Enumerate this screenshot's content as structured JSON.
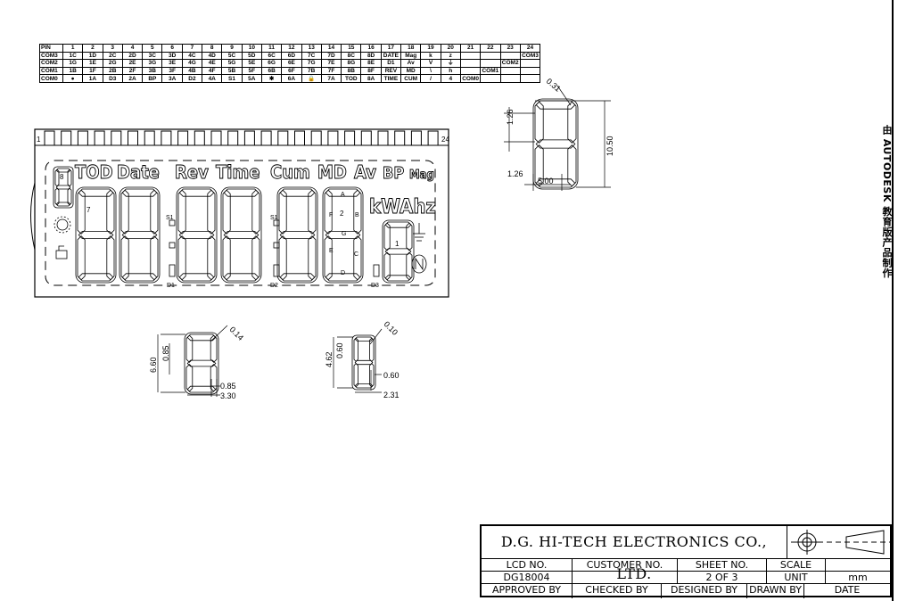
{
  "pin_table": {
    "header": [
      "PIN",
      "1",
      "2",
      "3",
      "4",
      "5",
      "6",
      "7",
      "8",
      "9",
      "10",
      "11",
      "12",
      "13",
      "14",
      "15",
      "16",
      "17",
      "18",
      "19",
      "20",
      "21",
      "22",
      "23",
      "24"
    ],
    "rows": [
      [
        "COM3",
        "1C",
        "1D",
        "2C",
        "2D",
        "3C",
        "3D",
        "4C",
        "4D",
        "5C",
        "5D",
        "6C",
        "6D",
        "7C",
        "7D",
        "8C",
        "8D",
        "DATE",
        "Mag",
        "k",
        "z",
        "",
        "",
        "",
        "COM3"
      ],
      [
        "COM2",
        "1G",
        "1E",
        "2G",
        "2E",
        "3G",
        "3E",
        "4G",
        "4E",
        "5G",
        "5E",
        "6G",
        "6E",
        "7G",
        "7E",
        "8G",
        "8E",
        "D1",
        "Av",
        "V",
        "⏚",
        "",
        "",
        "COM2",
        ""
      ],
      [
        "COM1",
        "1B",
        "1F",
        "2B",
        "2F",
        "3B",
        "3F",
        "4B",
        "4F",
        "5B",
        "5F",
        "6B",
        "6F",
        "7B",
        "7F",
        "8B",
        "8F",
        "REV",
        "MD",
        "\\",
        "h",
        "",
        "COM1",
        "",
        ""
      ],
      [
        "COM0",
        "●",
        "1A",
        "D3",
        "2A",
        "BP",
        "3A",
        "D2",
        "4A",
        "S1",
        "5A",
        "✱",
        "6A",
        "🔒",
        "7A",
        "TOD",
        "8A",
        "TIME",
        "CUM",
        "/",
        "4",
        "COM0",
        "",
        "",
        ""
      ]
    ]
  },
  "lcd": {
    "pin_first": "1",
    "pin_last": "24",
    "annunciators": {
      "tod": "TOD",
      "date": "Date",
      "rev": "Rev",
      "time": "Time",
      "cum": "Cum",
      "md": "MD",
      "av": "Av",
      "bp": "BP",
      "mag": "Mag",
      "unit": "kWAhz"
    },
    "digit_labels": {
      "d8": "8",
      "d7": "7",
      "d2": "2",
      "d1": "1"
    },
    "segment_labels": {
      "a": "A",
      "b": "B",
      "c": "C",
      "d": "D",
      "e": "E",
      "f": "F",
      "g": "G"
    },
    "separators": {
      "s1_left": "S1",
      "s1_right": "S1",
      "d1": "D1",
      "d2": "D2",
      "d3": "D3"
    },
    "icons": [
      "sun-gear-icon",
      "lock-icon",
      "earth-icon",
      "neutral-icon"
    ]
  },
  "dimensions": {
    "large": {
      "corner": "0.31",
      "seg_height": "1.26",
      "height": "10.50",
      "seg_width": "1.26",
      "width": "5.00"
    },
    "medium": {
      "height": "6.60",
      "seg": "0.85",
      "corner": "0.14",
      "seg_w": "0.85",
      "width": "3.30"
    },
    "small": {
      "height": "4.62",
      "seg": "0.60",
      "corner": "0.10",
      "seg_w": "0.60",
      "width": "2.31"
    }
  },
  "title_block": {
    "company": "D.G. HI-TECH ELECTRONICS CO., LTD.",
    "lcd_no_label": "LCD NO.",
    "customer_no_label": "CUSTOMER NO.",
    "sheet_no_label": "SHEET NO.",
    "scale_label": "SCALE",
    "scale_value": "",
    "lcd_no": "DG18004",
    "customer_no": "",
    "sheet_no": "2 OF 3",
    "unit_label": "UNIT",
    "unit_value": "mm",
    "approved_by": "APPROVED BY",
    "checked_by": "CHECKED BY",
    "designed_by": "DESIGNED BY",
    "drawn_by": "DRAWN BY",
    "drawn_by_value": "",
    "date": "DATE"
  },
  "watermark": "由 AUTODESK 教育版产品制作"
}
